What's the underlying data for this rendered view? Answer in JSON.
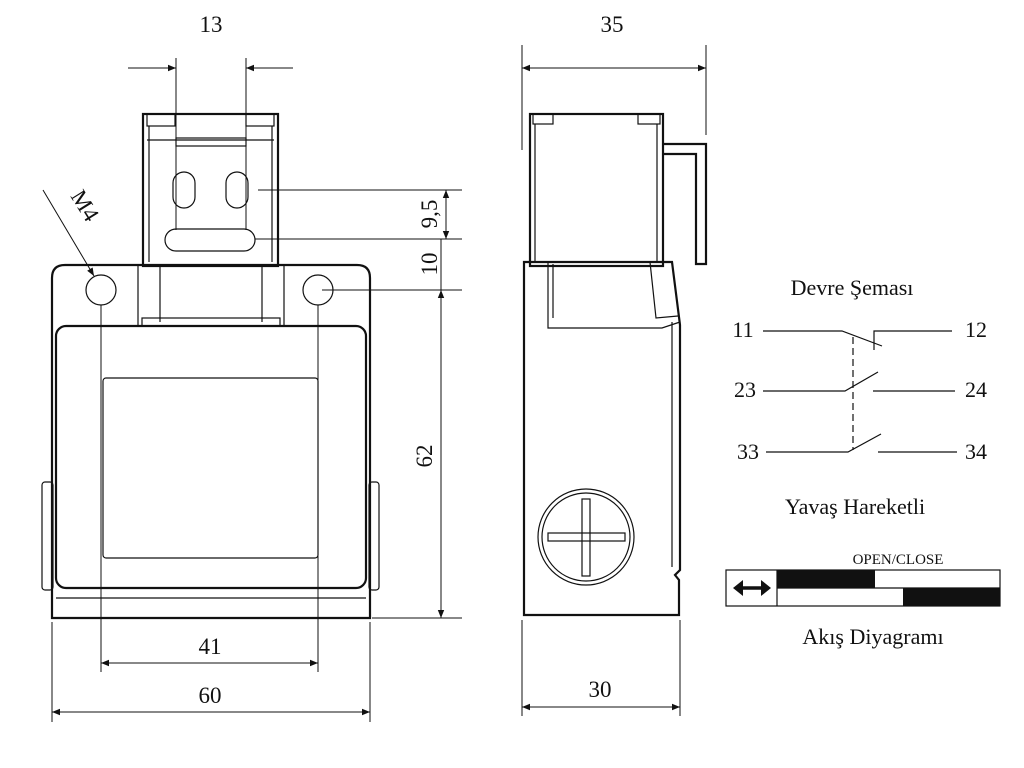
{
  "front_view": {
    "dim_slot_spacing": "13",
    "dim_slot_height": "9,5",
    "dim_head_offset": "10",
    "dim_height": "62",
    "dim_hole_spacing": "41",
    "dim_width": "60",
    "thread_label": "M4"
  },
  "side_view": {
    "dim_top_depth": "35",
    "dim_bottom_depth": "30"
  },
  "circuit": {
    "title": "Devre Şeması",
    "terminals": [
      "11",
      "12",
      "23",
      "24",
      "33",
      "34"
    ],
    "type_label": "Yavaş Hareketli"
  },
  "flow": {
    "header": "OPEN/CLOSE",
    "title": "Akış Diyagramı",
    "arrow_icon": "double-arrow-icon"
  },
  "colors": {
    "ink": "#111111",
    "paper": "#ffffff"
  }
}
